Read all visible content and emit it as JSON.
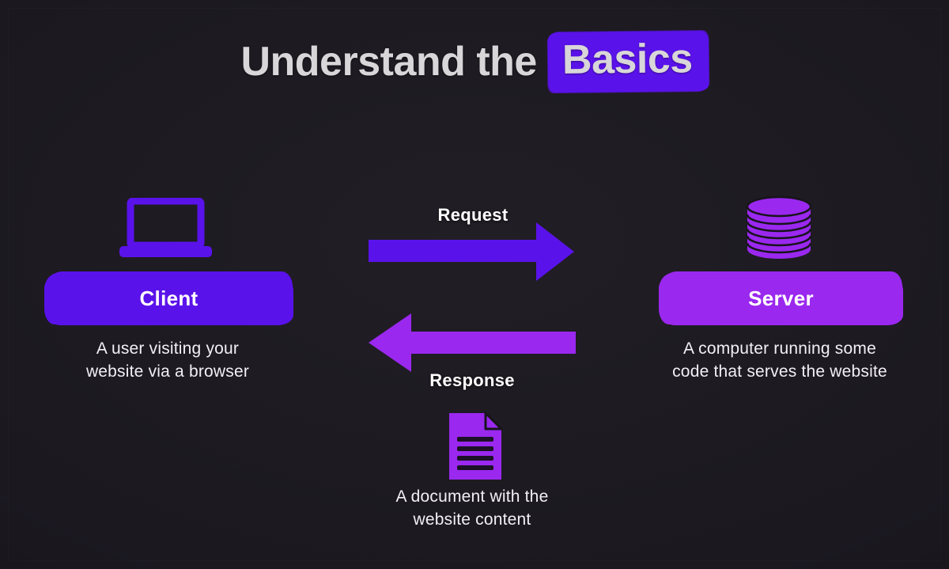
{
  "title": {
    "prefix": "Understand the",
    "highlight": "Basics"
  },
  "client": {
    "label": "Client",
    "caption_lines": [
      "A user visiting your",
      "website via a browser"
    ],
    "icon": "laptop-icon"
  },
  "server": {
    "label": "Server",
    "caption_lines": [
      "A computer running some",
      "code that serves the website"
    ],
    "icon": "database-icon"
  },
  "request": {
    "label": "Request"
  },
  "response": {
    "label": "Response"
  },
  "document": {
    "caption_lines": [
      "A document with the",
      "website content"
    ],
    "icon": "document-icon"
  },
  "colors": {
    "background": "#1b1820",
    "violet": "#5a12ea",
    "purple": "#9a28ef",
    "title_text": "#d8d6d8",
    "label_text": "#ffffff",
    "caption_text": "#f2f0f4"
  }
}
